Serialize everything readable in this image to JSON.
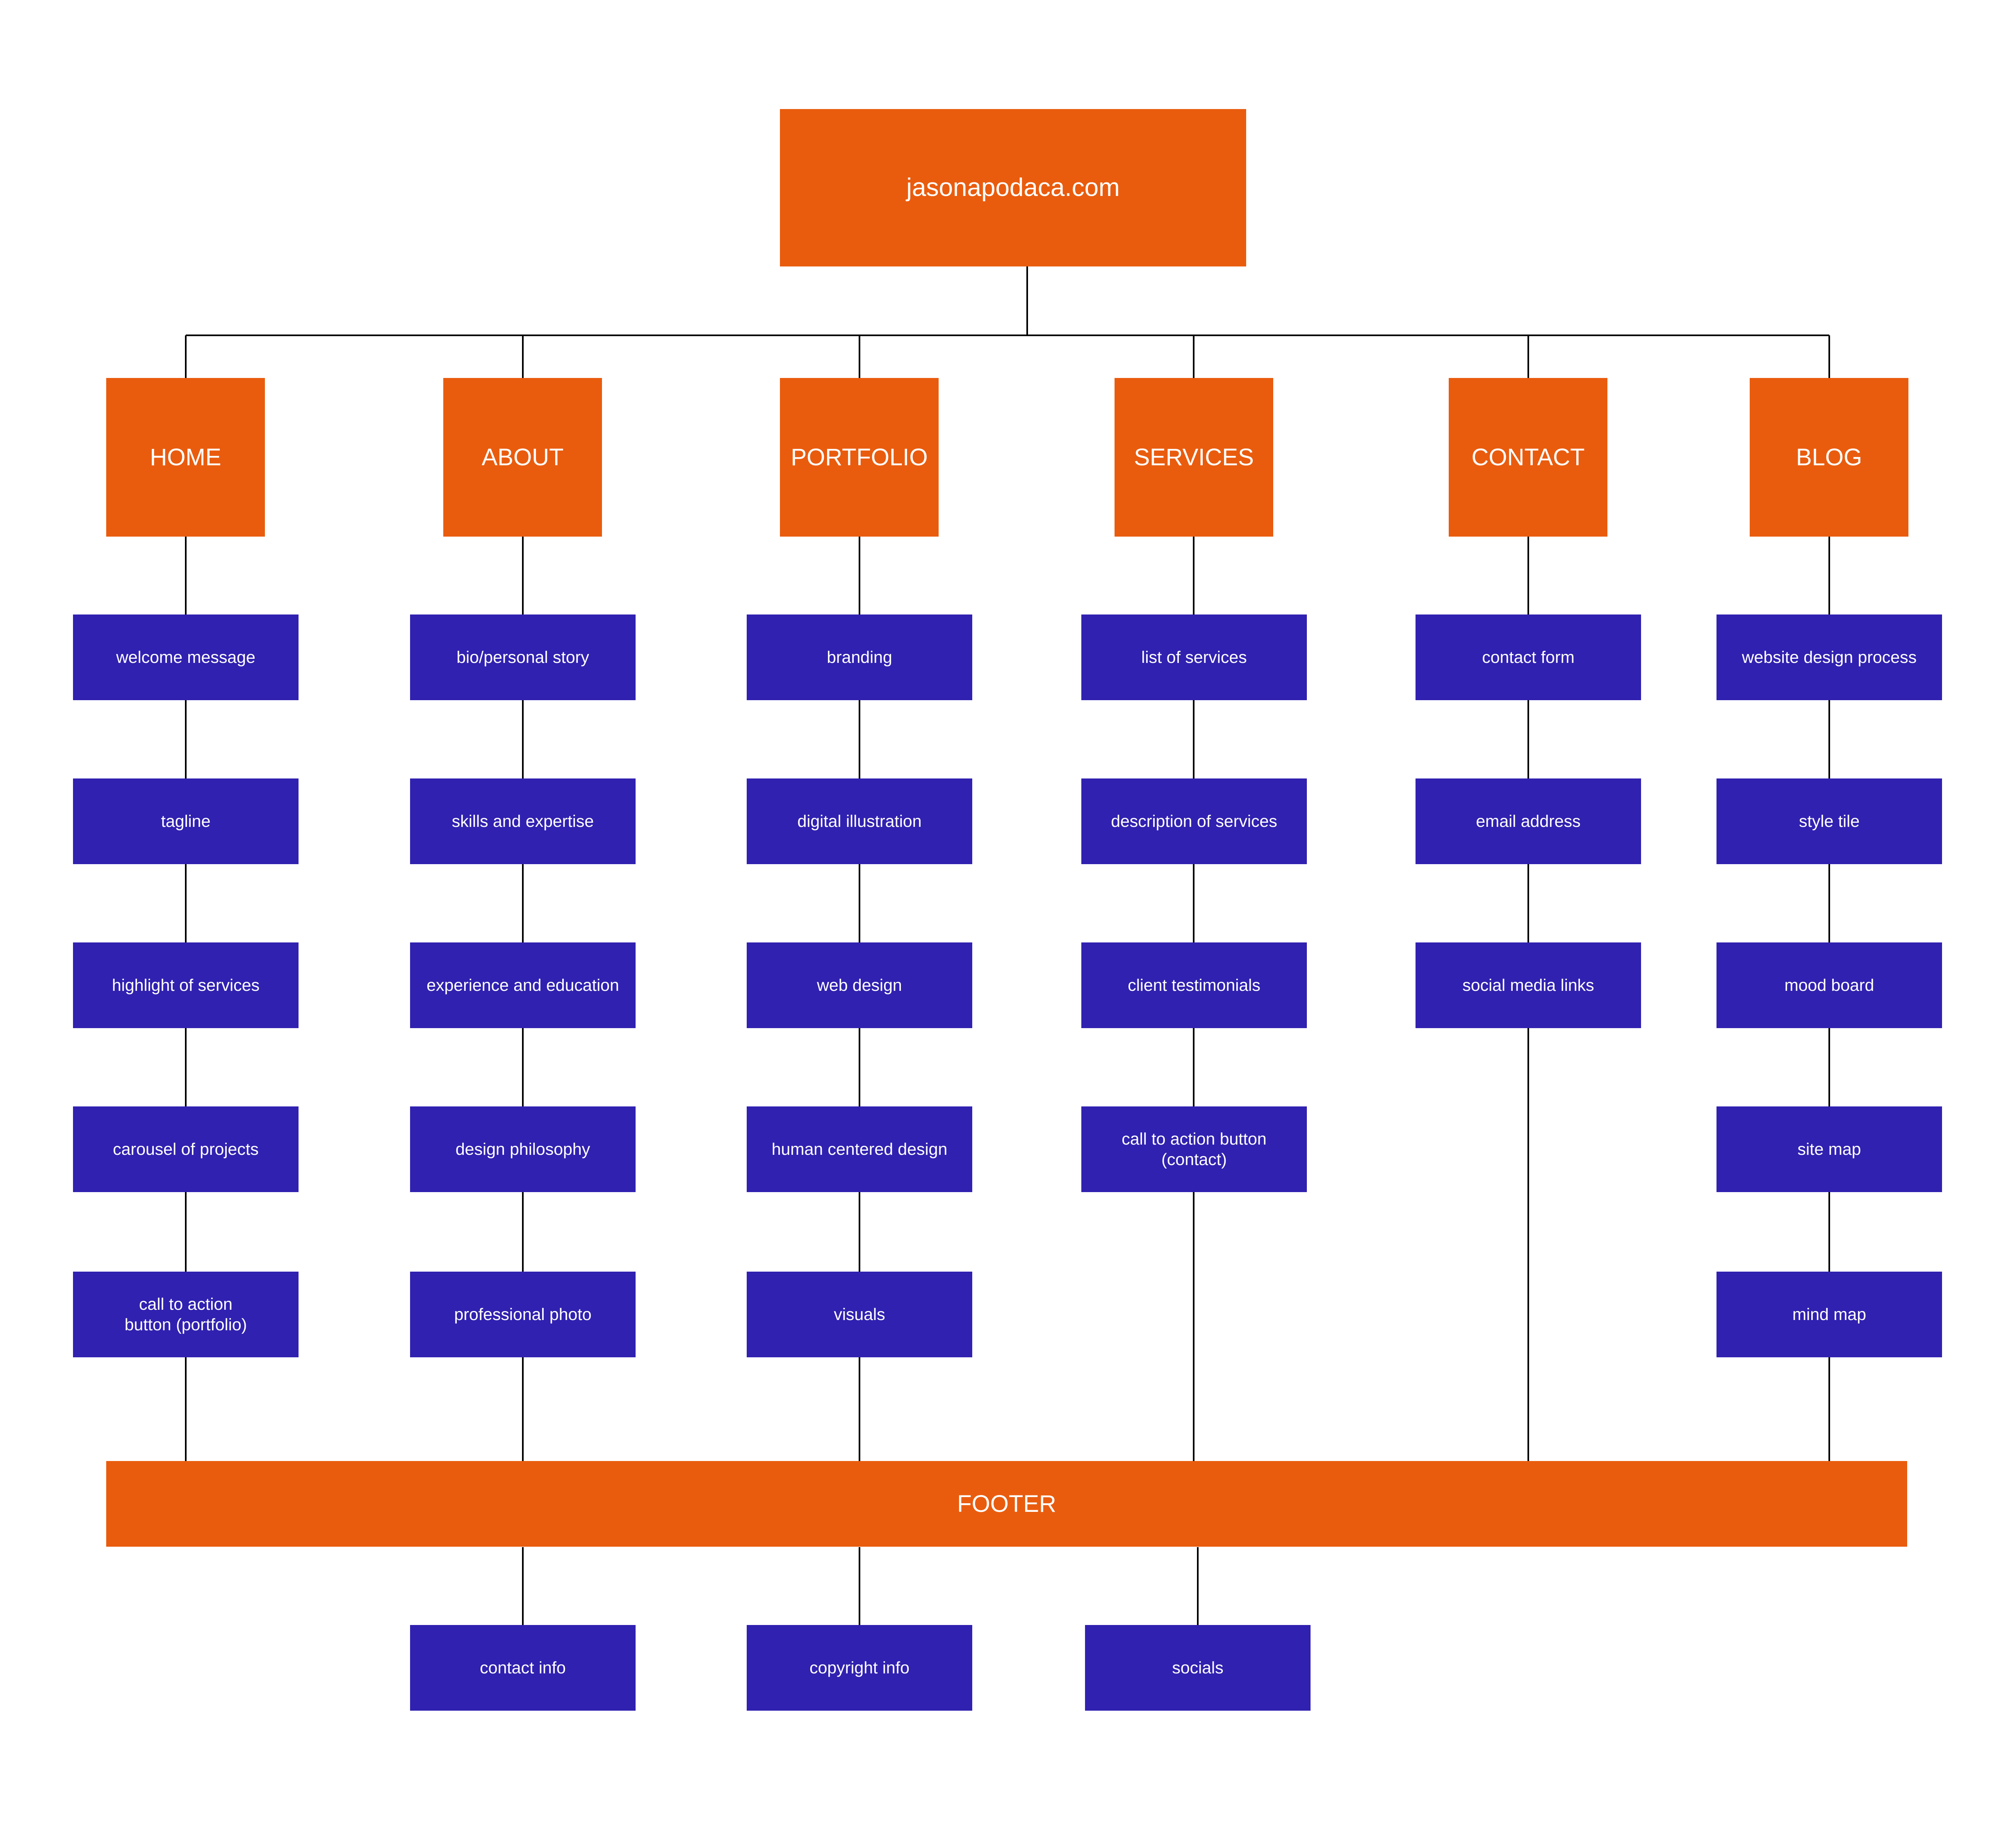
{
  "colors": {
    "accent": "#E95C0E",
    "item": "#3021B0",
    "line": "#000000",
    "text": "#FFFFFF",
    "background": "#FFFFFF"
  },
  "root": {
    "label": "jasonapodaca.com"
  },
  "sections": [
    {
      "label": "HOME",
      "items": [
        "welcome message",
        "tagline",
        "highlight of services",
        "carousel of projects",
        "call to action\nbutton (portfolio)"
      ]
    },
    {
      "label": "ABOUT",
      "items": [
        "bio/personal story",
        "skills and expertise",
        "experience and education",
        "design philosophy",
        "professional photo"
      ]
    },
    {
      "label": "PORTFOLIO",
      "items": [
        "branding",
        "digital illustration",
        "web design",
        "human centered design",
        "visuals"
      ]
    },
    {
      "label": "SERVICES",
      "items": [
        "list of services",
        "description of services",
        "client testimonials",
        "call to action button\n(contact)"
      ]
    },
    {
      "label": "CONTACT",
      "items": [
        "contact form",
        "email address",
        "social media links"
      ]
    },
    {
      "label": "BLOG",
      "items": [
        "website design process",
        "style tile",
        "mood board",
        "site map",
        "mind map"
      ]
    }
  ],
  "footer": {
    "label": "FOOTER",
    "items": [
      "contact info",
      "copyright info",
      "socials"
    ]
  }
}
